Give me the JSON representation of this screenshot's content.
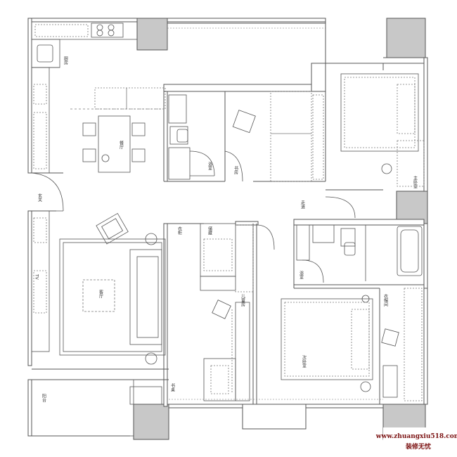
{
  "plan": {
    "room_labels": {
      "kitchen": "厨房",
      "dining": "餐厅",
      "entrance": "玄关",
      "living_room": "客厅",
      "balcony": "阳台",
      "bath_left": "浴室",
      "bath_right": "浴室",
      "study": "书房",
      "storage": "储藏",
      "master_bedroom": "主卧室",
      "second_bedroom": "次卧室",
      "closet": "衣帽间",
      "corridor": "走道",
      "children_room": "儿童房",
      "wardrobe": "衣柜",
      "tv": "TV",
      "desk": "书桌"
    },
    "watermark": {
      "url": "www.zhuangxiu518.com",
      "name": "装修无忧"
    },
    "colors": {
      "wall_fill": "#c8c8c8",
      "line": "#555555",
      "dashed": "#777777",
      "watermark": "#7a1010"
    }
  }
}
